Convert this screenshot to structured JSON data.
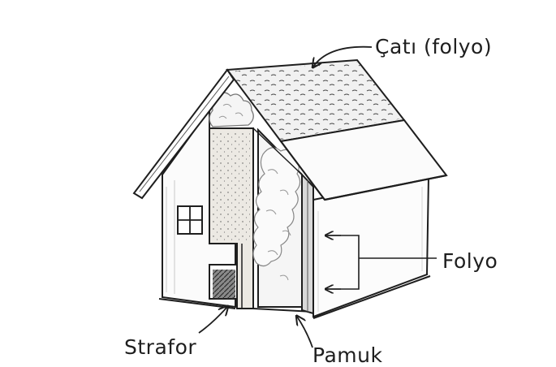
{
  "labels": {
    "roof": "Çatı (folyo)",
    "foil": "Folyo",
    "styrofoam": "Strafor",
    "cotton": "Pamuk"
  },
  "colors": {
    "ink": "#1e1e1e",
    "paper": "#ffffff",
    "styrofoam_fill": "#ece9e3",
    "cotton_fill": "#f5f5f5",
    "door_dark": "#2a2a2a"
  }
}
